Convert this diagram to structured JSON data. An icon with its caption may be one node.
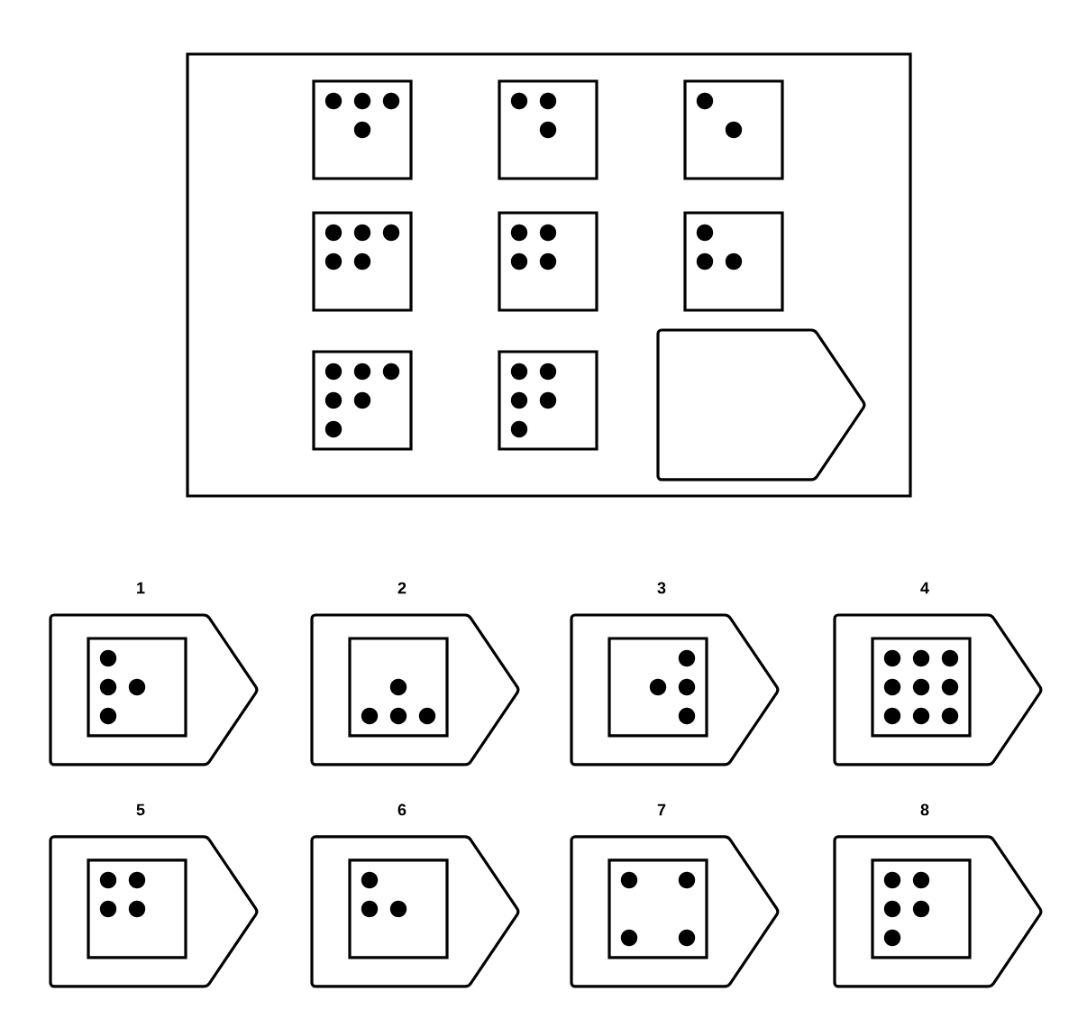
{
  "diagram": {
    "nodes": [
      {
        "text": [],
        "shape": "pentagon"
      },
      {
        "text": [
          "1"
        ]
      },
      {
        "text": [
          "2"
        ]
      },
      {
        "text": [
          "3"
        ]
      },
      {
        "text": [
          "4"
        ]
      },
      {
        "text": [
          "5"
        ]
      },
      {
        "text": [
          "6"
        ]
      },
      {
        "text": [
          "7"
        ]
      },
      {
        "text": [
          "8"
        ]
      }
    ]
  }
}
